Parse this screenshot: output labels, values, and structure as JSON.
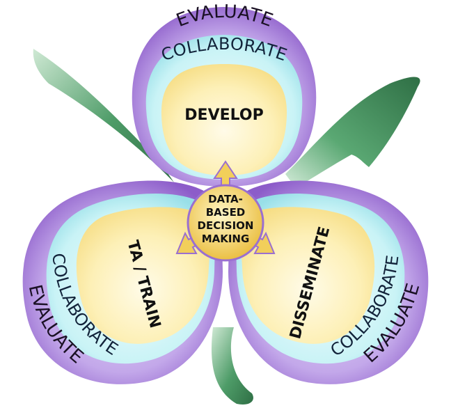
{
  "center": {
    "lines": [
      "DATA-",
      "BASED",
      "DECISION",
      "MAKING"
    ]
  },
  "petals": {
    "top": {
      "label": "DEVELOP",
      "inner_ring": "COLLABORATE",
      "outer_ring": "EVALUATE"
    },
    "left": {
      "label": "TA / TRAIN",
      "inner_ring": "COLLABORATE",
      "outer_ring": "EVALUATE"
    },
    "right": {
      "label": "DISSEMINATE",
      "inner_ring": "COLLABORATE",
      "outer_ring": "EVALUATE"
    }
  },
  "colors": {
    "outer_ring": "#a57fd6",
    "inner_ring": "#bfeff4",
    "petal_core": "#fde9a2",
    "stem": "#3f8a5a",
    "center_disc": "#f6d772",
    "arrows": "#f2cf5a"
  }
}
